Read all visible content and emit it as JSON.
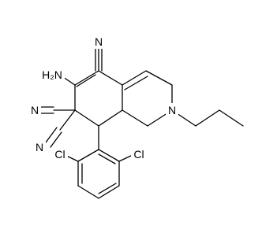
{
  "molecule": {
    "atom_labels": {
      "cn_top_n": "N",
      "amino": "H₂N",
      "cn_left_upper_n": "N",
      "cn_left_lower_n": "N",
      "ring_n": "N",
      "cl_left": "Cl",
      "cl_right": "Cl"
    }
  }
}
